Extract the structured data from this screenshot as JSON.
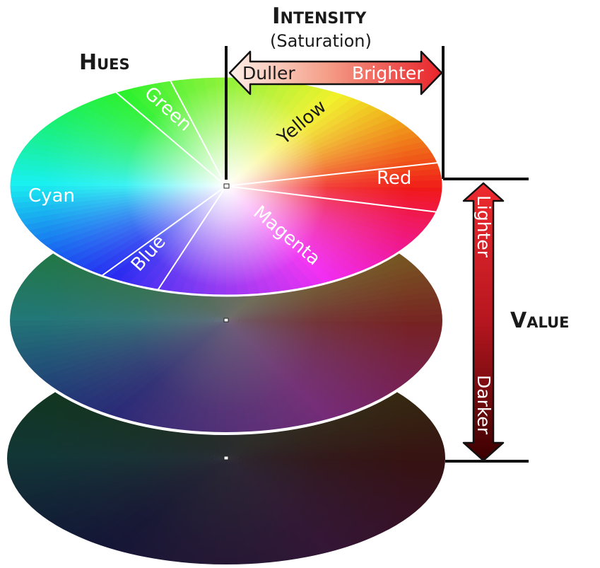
{
  "headings": {
    "hues": "Hues",
    "intensity": "Intensity",
    "intensity_sub": "(Saturation)",
    "value": "Value"
  },
  "intensity_arrow": {
    "duller": "Duller",
    "brighter": "Brighter"
  },
  "value_arrow": {
    "lighter": "Lighter",
    "darker": "Darker"
  },
  "hue_labels": {
    "green": "Green",
    "yellow": "Yellow",
    "red": "Red",
    "cyan": "Cyan",
    "blue": "Blue",
    "magenta": "Magenta"
  },
  "colors": {
    "arrow_red": "#e8232a",
    "arrow_dark": "#3a0000",
    "arrow_pale": "#fde6dc",
    "disc_stroke": "#ffffff",
    "guide_line": "#111111"
  }
}
